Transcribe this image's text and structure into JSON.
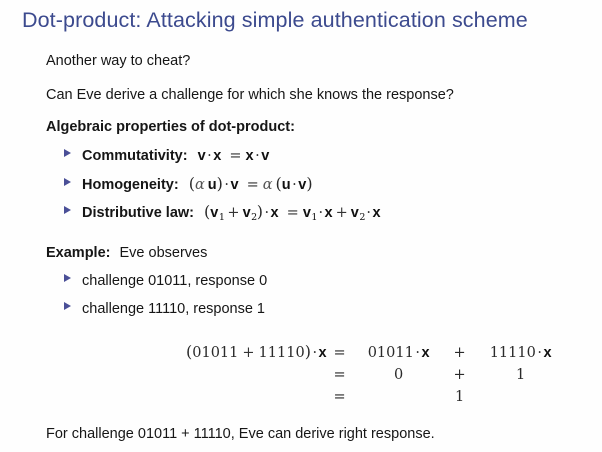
{
  "slide": {
    "title": "Dot-product: Attacking simple authentication scheme",
    "title_color": "#3c4a8e",
    "bullet_color": "#4a4f97",
    "text_color": "#161616",
    "background_color": "#ffffff"
  },
  "lines": {
    "intro_1": "Another way to cheat?",
    "intro_2": "Can Eve derive a challenge for which she knows the response?",
    "properties_heading": "Algebraic properties of dot-product:",
    "example_heading_label": "Example:",
    "example_heading_rest": "Eve observes",
    "conclusion": "For challenge 01011 + 11110, Eve can derive right response."
  },
  "properties": [
    {
      "label": "Commutativity:",
      "formula_plain": "v · x = x · v",
      "parts": {
        "v1": "v",
        "dot1": "·",
        "x1": "x",
        "eq": "=",
        "x2": "x",
        "dot2": "·",
        "v2": "v"
      }
    },
    {
      "label": "Homogeneity:",
      "formula_plain": "(α u) · v = α (u · v)",
      "parts": {
        "lparen1": "(",
        "alpha1": "α",
        "u1": "u",
        "rparen1": ")",
        "dot1": "·",
        "v1": "v",
        "eq": "=",
        "alpha2": "α",
        "lparen2": "(",
        "u2": "u",
        "dot2": "·",
        "v2": "v",
        "rparen2": ")"
      }
    },
    {
      "label": "Distributive law:",
      "formula_plain": "(v₁ + v₂) · x = v₁ · x + v₂ · x",
      "parts": {
        "lparen": "(",
        "v1": "v",
        "sub1": "1",
        "plus1": "+",
        "v2": "v",
        "sub2": "2",
        "rparen": ")",
        "dot1": "·",
        "x1": "x",
        "eq": "=",
        "v3": "v",
        "sub3": "1",
        "dot2": "·",
        "x2": "x",
        "plus2": "+",
        "v4": "v",
        "sub4": "2",
        "dot3": "·",
        "x3": "x"
      }
    }
  ],
  "observations": [
    "challenge 01011, response 0",
    "challenge 11110, response 1"
  ],
  "equation": {
    "rows": [
      {
        "lhs_lparen": "(",
        "lhs_a": "01011",
        "lhs_plus": "+",
        "lhs_b": "11110",
        "lhs_rparen": ")",
        "lhs_dot": "·",
        "lhs_vec": "x",
        "rel": "=",
        "term1_num": "01011",
        "term1_dot": "·",
        "term1_vec": "x",
        "plus": "+",
        "term2_num": "11110",
        "term2_dot": "·",
        "term2_vec": "x"
      },
      {
        "rel": "=",
        "term1_num": "0",
        "plus": "+",
        "term2_num": "1"
      },
      {
        "rel": "=",
        "plus": "1"
      }
    ]
  }
}
